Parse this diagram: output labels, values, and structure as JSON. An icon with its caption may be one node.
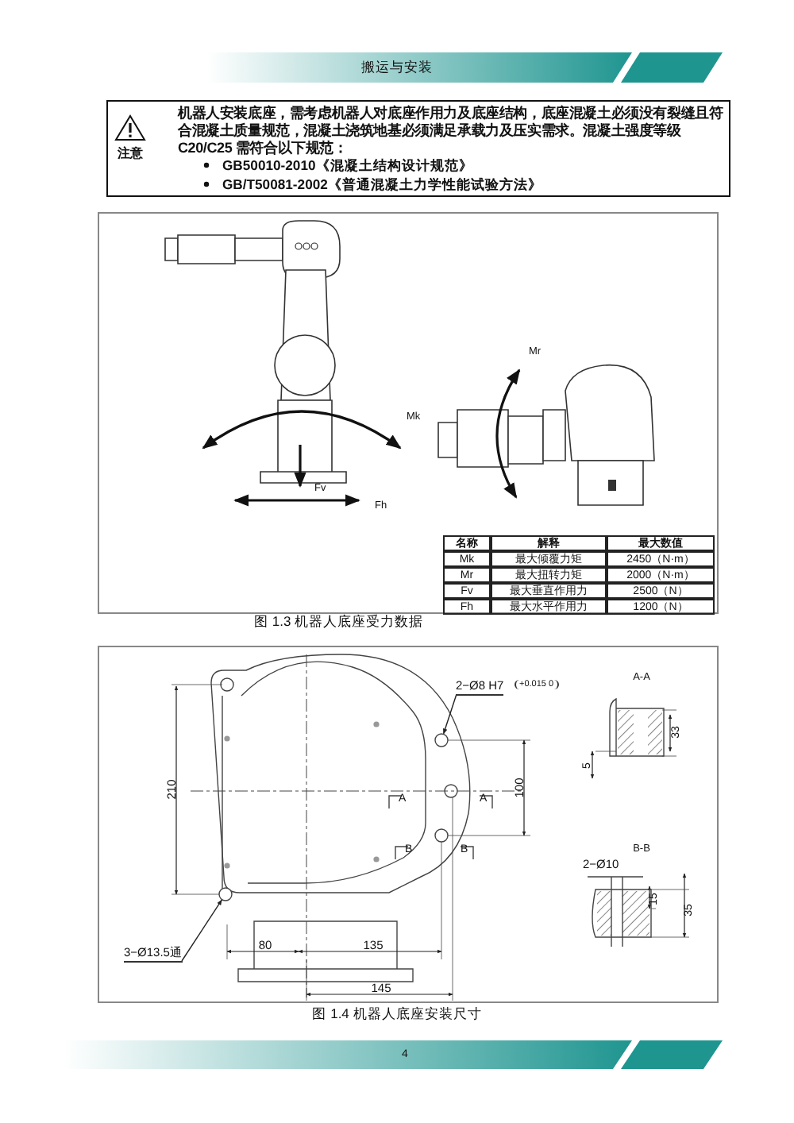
{
  "diagram": {
    "nodes": [
      {
        "text": [
          "注意",
          "机器人安装底座，需考虑机器人对底座作用力及底座结构，底座混凝土必须没有裂缝且符合混凝土质量规范，混凝土浇筑地基必须满足承载力及压实需求。混凝土强度等级 C20/C25 需符合以下规范：",
          "GB50010-2010《混凝土结构设计规范》",
          "GB/T50081-2002《普通混凝土力学性能试验方法》"
        ]
      },
      {
        "text": [
          "2−Ø8 H7"
        ]
      },
      {
        "text": [
          "3−Ø13.5通"
        ]
      },
      {
        "text": [],
        "shape": "circle"
      },
      {
        "text": [],
        "shape": "circle"
      }
    ],
    "edges": [
      {
        "from": 1,
        "to": 3,
        "arrow": "to"
      },
      {
        "from": 2,
        "to": 4,
        "arrow": "to"
      }
    ],
    "labels": [
      "搬运与安装",
      "Mr",
      "Mk",
      "Fv",
      "Fh",
      "名称",
      "解释",
      "最大数值",
      "Mk",
      "最大倾覆力矩",
      "2450（N·m）",
      "Mr",
      "最大扭转力矩",
      "2000（N·m）",
      "Fv",
      "最大垂直作用力",
      "2500（N）",
      "Fh",
      "最大水平作用力",
      "1200（N）",
      "图 1.3 机器人底座受力数据",
      "A-A",
      "210",
      "100",
      "33",
      "5",
      "A",
      "A",
      "B",
      "B",
      "B-B",
      "2−Ø10",
      "15",
      "35",
      "80",
      "135",
      "145",
      "图 1.4 机器人底座安装尺寸",
      "4",
      "+0.015 0"
    ]
  }
}
